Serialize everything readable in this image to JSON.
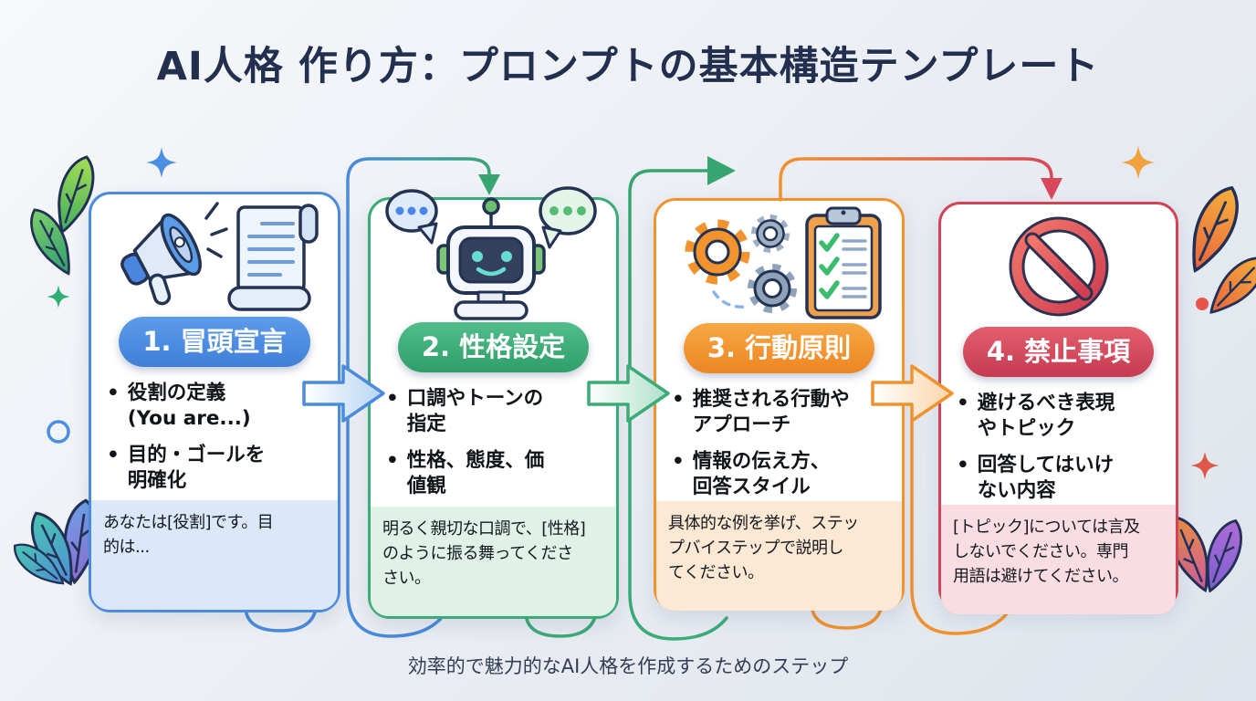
{
  "title": "AI人格 作り方：プロンプトの基本構造テンプレート",
  "footer": "効率的で魅力的なAI人格を作成するためのステップ",
  "bullet_char": "•",
  "colors": {
    "background": "#eceff4",
    "title_text": "#232f4f",
    "step1_accent": "#4a8bdc",
    "step2_accent": "#3bab77",
    "step3_accent": "#f0932f",
    "step4_accent": "#cf4459",
    "step1_example_bg": "#dbe8f9",
    "step2_example_bg": "#e0f1e7",
    "step3_example_bg": "#fce8d3",
    "step4_example_bg": "#fadde2"
  },
  "cards": [
    {
      "badge": "1. 冒頭宣言",
      "icon": "megaphone-scroll-icon",
      "bullets": [
        "役割の定義\n(You are...)",
        "目的・ゴールを\n明確化"
      ],
      "example": "あなたは[役割]です。目\n的は..."
    },
    {
      "badge": "2. 性格設定",
      "icon": "robot-chat-icon",
      "bullets": [
        "口調やトーンの\n指定",
        "性格、態度、価\n値観"
      ],
      "example": "明るく親切な口調で、[性格]\nのように振る舞ってくださ\nさい。"
    },
    {
      "badge": "3. 行動原則",
      "icon": "gears-checklist-icon",
      "bullets": [
        "推奨される行動や\nアプローチ",
        "情報の伝え方、\n回答スタイル"
      ],
      "example": "具体的な例を挙げ、ステッ\nプバイステップで説明し\nてください。"
    },
    {
      "badge": "4. 禁止事項",
      "icon": "prohibition-icon",
      "bullets": [
        "避けるべき表現\nやトピック",
        "回答してはいけ\nない内容"
      ],
      "example": "[トピック]については言及\nしないでください。専門\n用語は避けてください。"
    }
  ]
}
